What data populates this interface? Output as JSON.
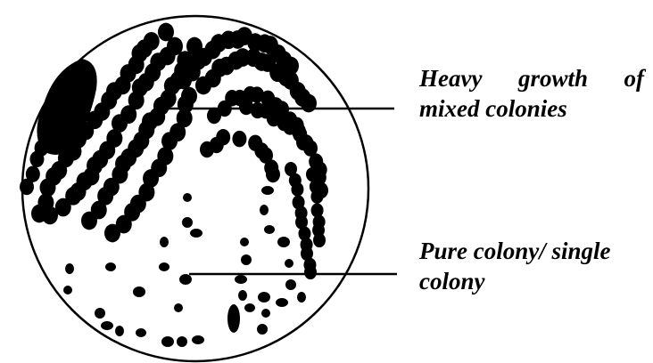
{
  "labels": {
    "heavy_growth": {
      "words_line1": [
        "Heavy",
        "growth",
        "of"
      ],
      "line2": "mixed colonies"
    },
    "pure_colony": {
      "line1": "Pure colony/ single",
      "line2": "colony"
    }
  },
  "colors": {
    "ink": "#000000",
    "background": "#ffffff"
  }
}
